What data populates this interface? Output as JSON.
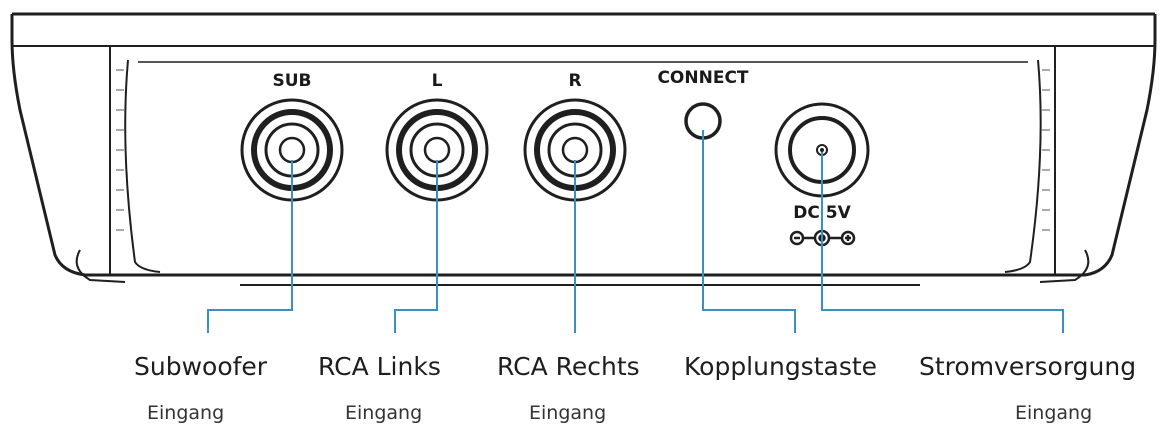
{
  "panel_labels": {
    "sub": "SUB",
    "left": "L",
    "right": "R",
    "connect": "CONNECT",
    "dc": "DC 5V"
  },
  "callouts": [
    {
      "title": "Subwoofer",
      "subtitle": "Eingang"
    },
    {
      "title": "RCA Links",
      "subtitle": "Eingang"
    },
    {
      "title": "RCA Rechts",
      "subtitle": "Eingang"
    },
    {
      "title": "Kopplungstaste",
      "subtitle": ""
    },
    {
      "title": "Stromversorgung",
      "subtitle": "Eingang"
    }
  ],
  "colors": {
    "leader_line": "#3a8fc4",
    "outline": "#1f1f1f"
  }
}
